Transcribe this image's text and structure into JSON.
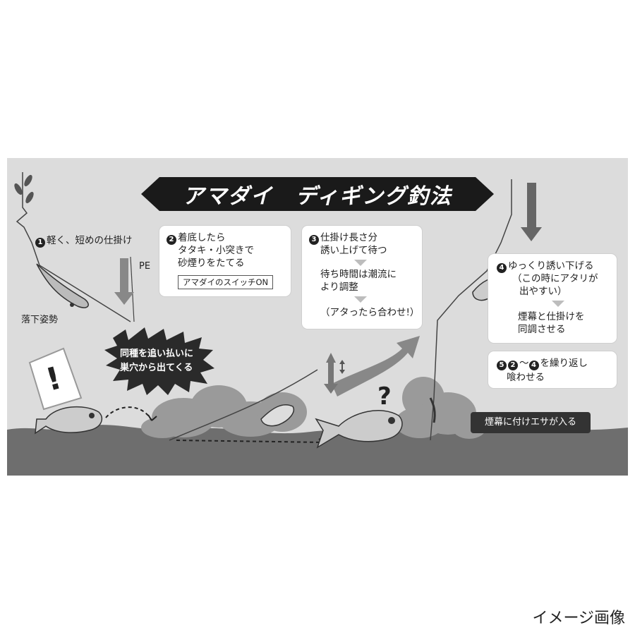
{
  "title": "アマダイ　ディギング釣法",
  "step1": {
    "num": "1",
    "text": "軽く、短めの仕掛け"
  },
  "pe_label": "PE",
  "fall_label": "落下姿勢",
  "step2": {
    "num": "2",
    "line1": "着底したら",
    "line2": "タタキ・小突きで",
    "line3": "砂煙りをたてる",
    "switch": "アマダイのスイッチON"
  },
  "step3": {
    "num": "3",
    "line1": "仕掛け長さ分",
    "line2": "誘い上げて待つ",
    "line3": "待ち時間は潮流に",
    "line4": "より調整",
    "line5": "（アタったら合わせ!）"
  },
  "step4": {
    "num": "4",
    "line1": "ゆっくり誘い下げる",
    "line2": "（この時にアタリが",
    "line3": "出やすい）",
    "line4": "煙幕と仕掛けを",
    "line5": "同調させる"
  },
  "step5": {
    "num": "5",
    "num2": "2",
    "tilde": "〜",
    "num3": "4",
    "line1": "を繰り返し",
    "line2": "喰わせる"
  },
  "burst": {
    "line1": "同種を追い払いに",
    "line2": "巣穴から出てくる"
  },
  "smoke_label": "煙幕に付けエサが入る",
  "question_mark": "?",
  "exclamation": "!",
  "caption": "イメージ画像"
}
